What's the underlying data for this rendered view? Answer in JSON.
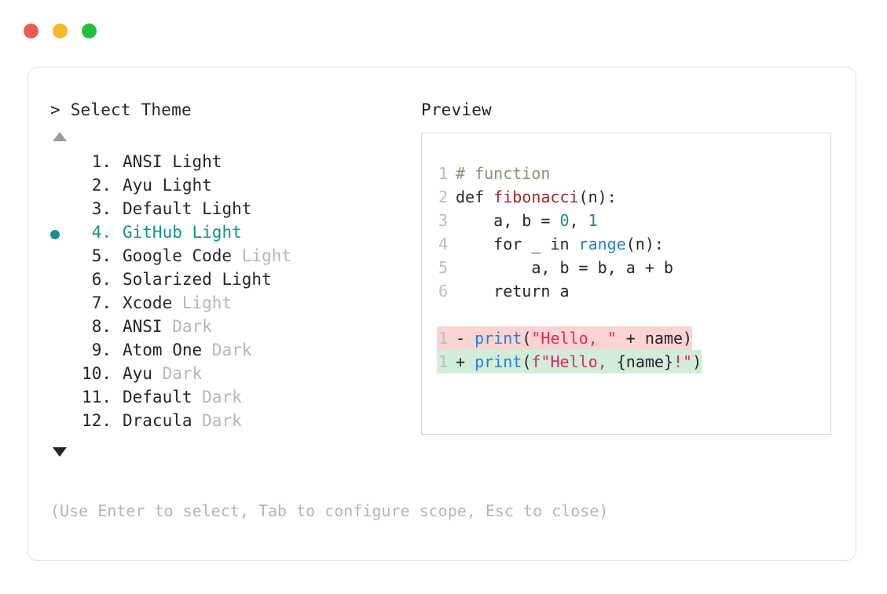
{
  "window": {
    "traffic_lights": [
      {
        "name": "close",
        "color": "#f05a55"
      },
      {
        "name": "minimize",
        "color": "#f5b929"
      },
      {
        "name": "maximize",
        "color": "#22c03c"
      }
    ]
  },
  "prompt": {
    "marker": ">",
    "title": "Select Theme",
    "scroll_up_glyph": "▲",
    "scroll_down_glyph": "▼"
  },
  "themes": {
    "selected_index": 4,
    "items": [
      {
        "index": "1.",
        "name": "ANSI",
        "variant": "Light",
        "variant_dim": false,
        "selected": false
      },
      {
        "index": "2.",
        "name": "Ayu",
        "variant": "Light",
        "variant_dim": false,
        "selected": false
      },
      {
        "index": "3.",
        "name": "Default",
        "variant": "Light",
        "variant_dim": false,
        "selected": false
      },
      {
        "index": "4.",
        "name": "GitHub",
        "variant": "Light",
        "variant_dim": false,
        "selected": true
      },
      {
        "index": "5.",
        "name": "Google Code",
        "variant": "Light",
        "variant_dim": true,
        "selected": false
      },
      {
        "index": "6.",
        "name": "Solarized",
        "variant": "Light",
        "variant_dim": false,
        "selected": false
      },
      {
        "index": "7.",
        "name": "Xcode",
        "variant": "Light",
        "variant_dim": true,
        "selected": false
      },
      {
        "index": "8.",
        "name": "ANSI",
        "variant": "Dark",
        "variant_dim": true,
        "selected": false
      },
      {
        "index": "9.",
        "name": "Atom One",
        "variant": "Dark",
        "variant_dim": true,
        "selected": false
      },
      {
        "index": "10.",
        "name": "Ayu",
        "variant": "Dark",
        "variant_dim": true,
        "selected": false
      },
      {
        "index": "11.",
        "name": "Default",
        "variant": "Dark",
        "variant_dim": true,
        "selected": false
      },
      {
        "index": "12.",
        "name": "Dracula",
        "variant": "Dark",
        "variant_dim": true,
        "selected": false
      }
    ]
  },
  "preview": {
    "title": "Preview",
    "code_lines": [
      {
        "ln": "1",
        "tokens": [
          {
            "t": "# function",
            "c": "comment"
          }
        ]
      },
      {
        "ln": "2",
        "tokens": [
          {
            "t": "def ",
            "c": "plain"
          },
          {
            "t": "fibonacci",
            "c": "func"
          },
          {
            "t": "(n):",
            "c": "plain"
          }
        ]
      },
      {
        "ln": "3",
        "tokens": [
          {
            "t": "    a, b = ",
            "c": "plain"
          },
          {
            "t": "0",
            "c": "number"
          },
          {
            "t": ", ",
            "c": "plain"
          },
          {
            "t": "1",
            "c": "number"
          }
        ]
      },
      {
        "ln": "4",
        "tokens": [
          {
            "t": "    for _ in ",
            "c": "plain"
          },
          {
            "t": "range",
            "c": "builtin"
          },
          {
            "t": "(n):",
            "c": "plain"
          }
        ]
      },
      {
        "ln": "5",
        "tokens": [
          {
            "t": "        a, b = b, a + b",
            "c": "plain"
          }
        ]
      },
      {
        "ln": "6",
        "tokens": [
          {
            "t": "    return a",
            "c": "plain"
          }
        ]
      }
    ],
    "diff_lines": [
      {
        "ln": "1",
        "kind": "minus",
        "tokens": [
          {
            "t": "- ",
            "c": "plain"
          },
          {
            "t": "print",
            "c": "builtin"
          },
          {
            "t": "(",
            "c": "plain"
          },
          {
            "t": "\"Hello, \"",
            "c": "string"
          },
          {
            "t": " + name)",
            "c": "plain"
          }
        ]
      },
      {
        "ln": "1",
        "kind": "plus",
        "tokens": [
          {
            "t": "+ ",
            "c": "plain"
          },
          {
            "t": "print",
            "c": "builtin"
          },
          {
            "t": "(",
            "c": "plain"
          },
          {
            "t": "f\"Hello, ",
            "c": "string"
          },
          {
            "t": "{name}",
            "c": "plain"
          },
          {
            "t": "!\"",
            "c": "string"
          },
          {
            "t": ")",
            "c": "plain"
          }
        ]
      }
    ]
  },
  "footer": {
    "hint": "(Use Enter to select, Tab to configure scope, Esc to close)"
  },
  "colors": {
    "accent_teal": "#13918c",
    "diff_add_bg": "#d2ecda",
    "diff_remove_bg": "#fad3d3",
    "dim_text": "#b5b6ba"
  }
}
